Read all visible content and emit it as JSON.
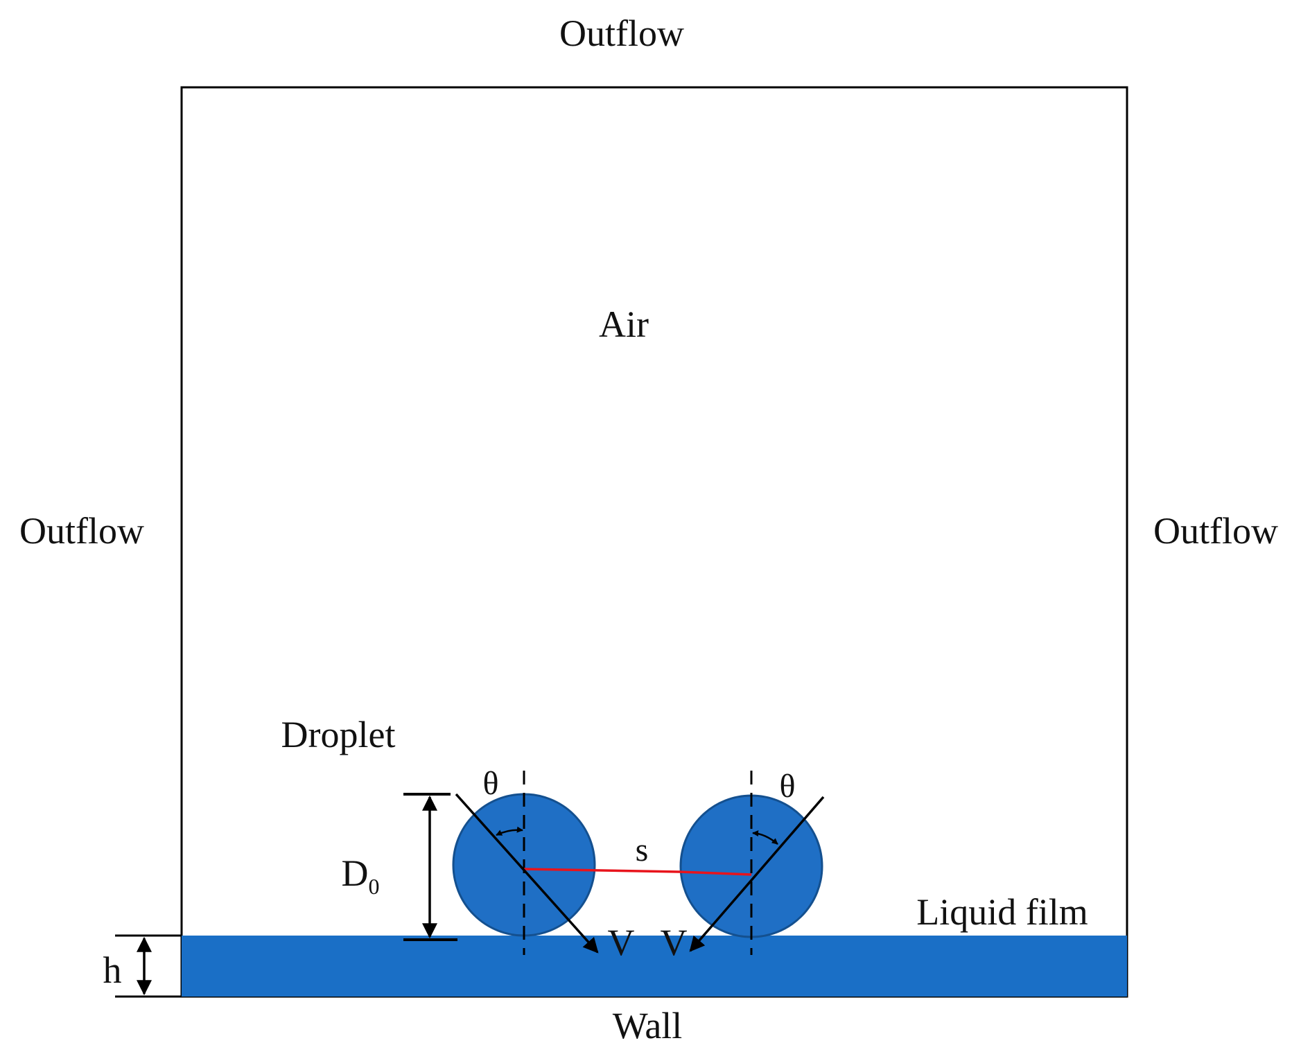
{
  "labels": {
    "outflow_top": "Outflow",
    "outflow_left": "Outflow",
    "outflow_right": "Outflow",
    "air": "Air",
    "droplet": "Droplet",
    "theta_left": "θ",
    "theta_right": "θ",
    "diameter_base": "D",
    "diameter_sub": "0",
    "spacing": "s",
    "liquid_film": "Liquid film",
    "velocity_left": "V",
    "velocity_right": "V",
    "film_thickness": "h",
    "wall": "Wall"
  },
  "colors": {
    "droplet_fill": "#1f6fc5",
    "droplet_stroke": "#14508f",
    "film_fill": "#1a6fc6",
    "spacing_line": "#e8141c",
    "line": "#000000"
  }
}
